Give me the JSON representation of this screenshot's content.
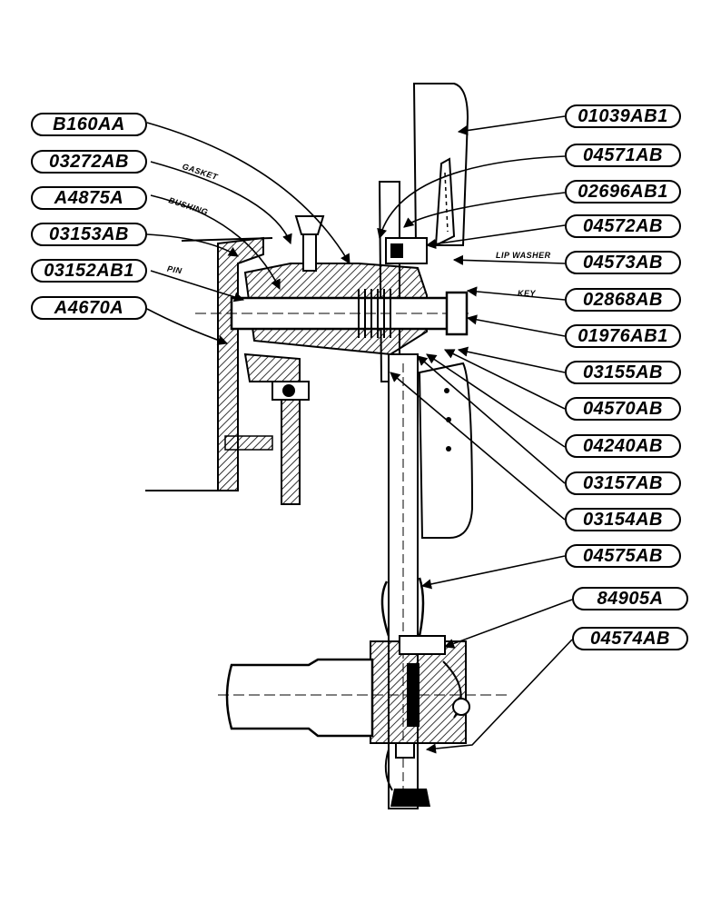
{
  "left_labels": [
    "B160AA",
    "03272AB",
    "A4875A",
    "03153AB",
    "03152AB1",
    "A4670A"
  ],
  "right_labels": [
    "01039AB1",
    "04571AB",
    "02696AB1",
    "04572AB",
    "04573AB",
    "02868AB",
    "01976AB1",
    "03155AB",
    "04570AB",
    "04240AB",
    "03157AB",
    "03154AB",
    "04575AB",
    "84905A",
    "04574AB"
  ],
  "annotations": {
    "gasket": "GASKET",
    "bushing": "BUSHING",
    "pin": "PIN",
    "lip_washer": "LIP WASHER",
    "key": "KEY"
  },
  "colors": {
    "ink": "#000000",
    "paper": "#ffffff"
  }
}
